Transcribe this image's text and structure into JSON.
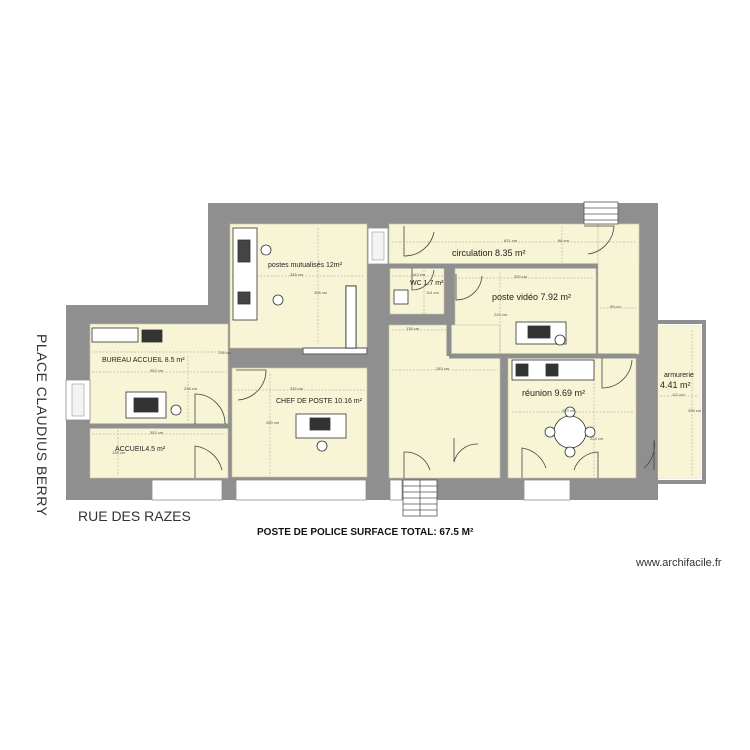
{
  "streets": {
    "bottom": "RUE DES RAZES",
    "left": "PLACE CLAUDIUS BERRY"
  },
  "plan_title": "POSTE DE POLICE SURFACE TOTAL: 67.5 M²",
  "watermark": "www.archifacile.fr",
  "rooms": {
    "postes_mutualises": "postes mutualisés 12m²",
    "bureau_accueil": "BUREAU ACCUEIL 8.5 m²",
    "accueil": "ACCUEIL4.5 m²",
    "chef_de_poste": "CHEF DE POSTE 10.16 m²",
    "circulation": "circulation 8.35 m²",
    "wc": "WC 1.7 m²",
    "poste_video": "poste vidéo 7.92 m²",
    "reunion": "réunion 9.69 m²",
    "armurerie_name": "armurerie",
    "armurerie_area": "4.41 m²"
  },
  "dimensions": {
    "d_postes_h": "345 cm",
    "d_postes_v": "308 cm",
    "d_accueil_top": "706 cm",
    "d_bureau_w": "352 cm",
    "d_bureau_v": "238 cm",
    "d_accueil_w": "352 cm",
    "d_accueil_v": "128 cm",
    "d_chef_w": "345 cm",
    "d_chef_v": "289 cm",
    "d_circ_w": "621 cm",
    "d_circ_v": "86 cm",
    "d_wc_w": "143 cm",
    "d_wc_v": "114 cm",
    "d_video_w": "359 cm",
    "d_video_v": "220 cm",
    "d_video_side": "99 cm",
    "d_center_w": "138 cm",
    "d_center_w2": "283 cm",
    "d_reunion_w": "323 cm",
    "d_reunion_v": "224 cm",
    "d_arm_w": "111 cm",
    "d_arm_v": "396 cm"
  },
  "colors": {
    "wall": "#8f8f8f",
    "room_fill": "#f8f4d6",
    "dim_line": "#9a9a9a"
  }
}
